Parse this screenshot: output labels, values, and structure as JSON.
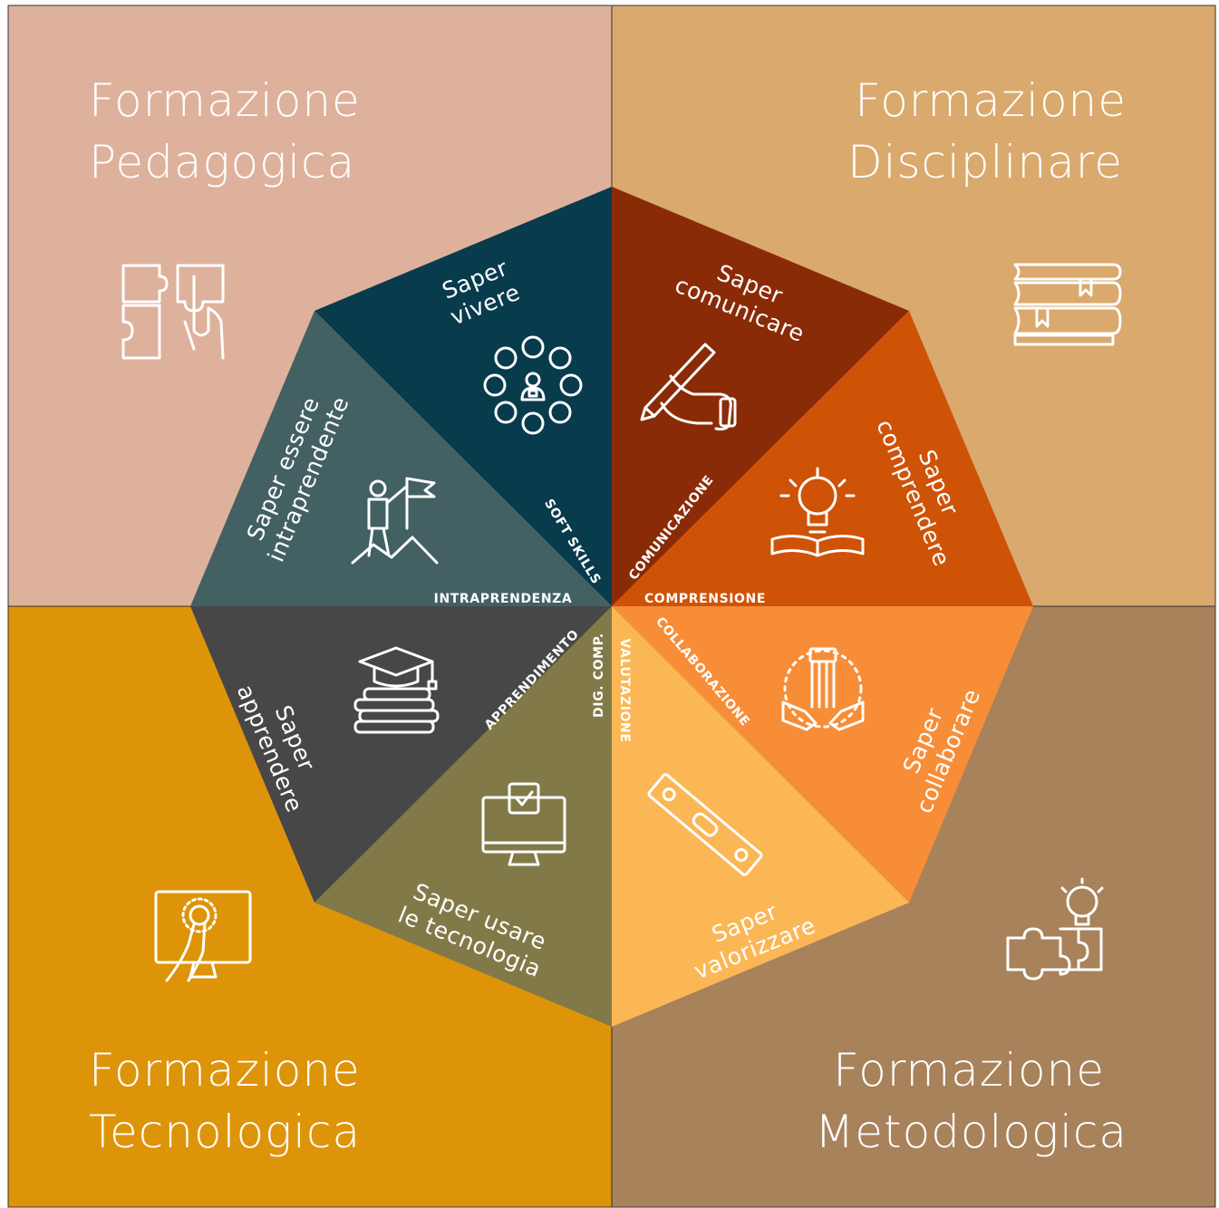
{
  "quadrants": [
    {
      "id": "pedagogica",
      "title_line1": "Formazione",
      "title_line2": "Pedagogica",
      "color": "#DEB19C",
      "icon": "puzzle-hand-icon"
    },
    {
      "id": "disciplinare",
      "title_line1": "Formazione",
      "title_line2": "Disciplinare",
      "color": "#D9A96D",
      "icon": "books-icon"
    },
    {
      "id": "tecnologica",
      "title_line1": "Formazione",
      "title_line2": "Tecnologica",
      "color": "#DE9409",
      "icon": "touch-screen-icon"
    },
    {
      "id": "metodologica",
      "title_line1": "Formazione",
      "title_line2": "Metodologica",
      "color": "#A7825A",
      "icon": "puzzle-bulb-icon"
    }
  ],
  "segments": [
    {
      "id": "vivere",
      "line1": "Saper",
      "line2": "vivere",
      "keyword": "SOFT SKILLS",
      "color": "#083B4C",
      "icon": "network-people-icon"
    },
    {
      "id": "comunicare",
      "line1": "Saper",
      "line2": "comunicare",
      "keyword": "COMUNICAZIONE",
      "color": "#8A2B08",
      "icon": "writing-hand-icon"
    },
    {
      "id": "comprendere",
      "line1": "Saper",
      "line2": "comprendere",
      "keyword": "COMPRENSIONE",
      "color": "#CE5307",
      "icon": "lightbulb-book-icon"
    },
    {
      "id": "collaborare",
      "line1": "Saper",
      "line2": "collaborare",
      "keyword": "COLLABORAZIONE",
      "color": "#F78D37",
      "icon": "team-hands-icon"
    },
    {
      "id": "valorizzare",
      "line1": "Saper",
      "line2": "valorizzare",
      "keyword": "VALUTAZIONE",
      "color": "#FBB755",
      "icon": "spirit-level-icon"
    },
    {
      "id": "tecnologia",
      "line1": "Saper usare",
      "line2": "le tecnologia",
      "keyword": "DIG. COMP.",
      "color": "#817A48",
      "icon": "monitor-check-icon"
    },
    {
      "id": "apprendere",
      "line1": "Saper",
      "line2": "apprendere",
      "keyword": "APPRENDIMENTO",
      "color": "#474747",
      "icon": "graduation-books-icon"
    },
    {
      "id": "intraprendente",
      "line1": "Saper essere",
      "line2": "intraprendente",
      "keyword": "INTRAPRENDENZA",
      "color": "#436063",
      "icon": "flag-climber-icon"
    }
  ]
}
